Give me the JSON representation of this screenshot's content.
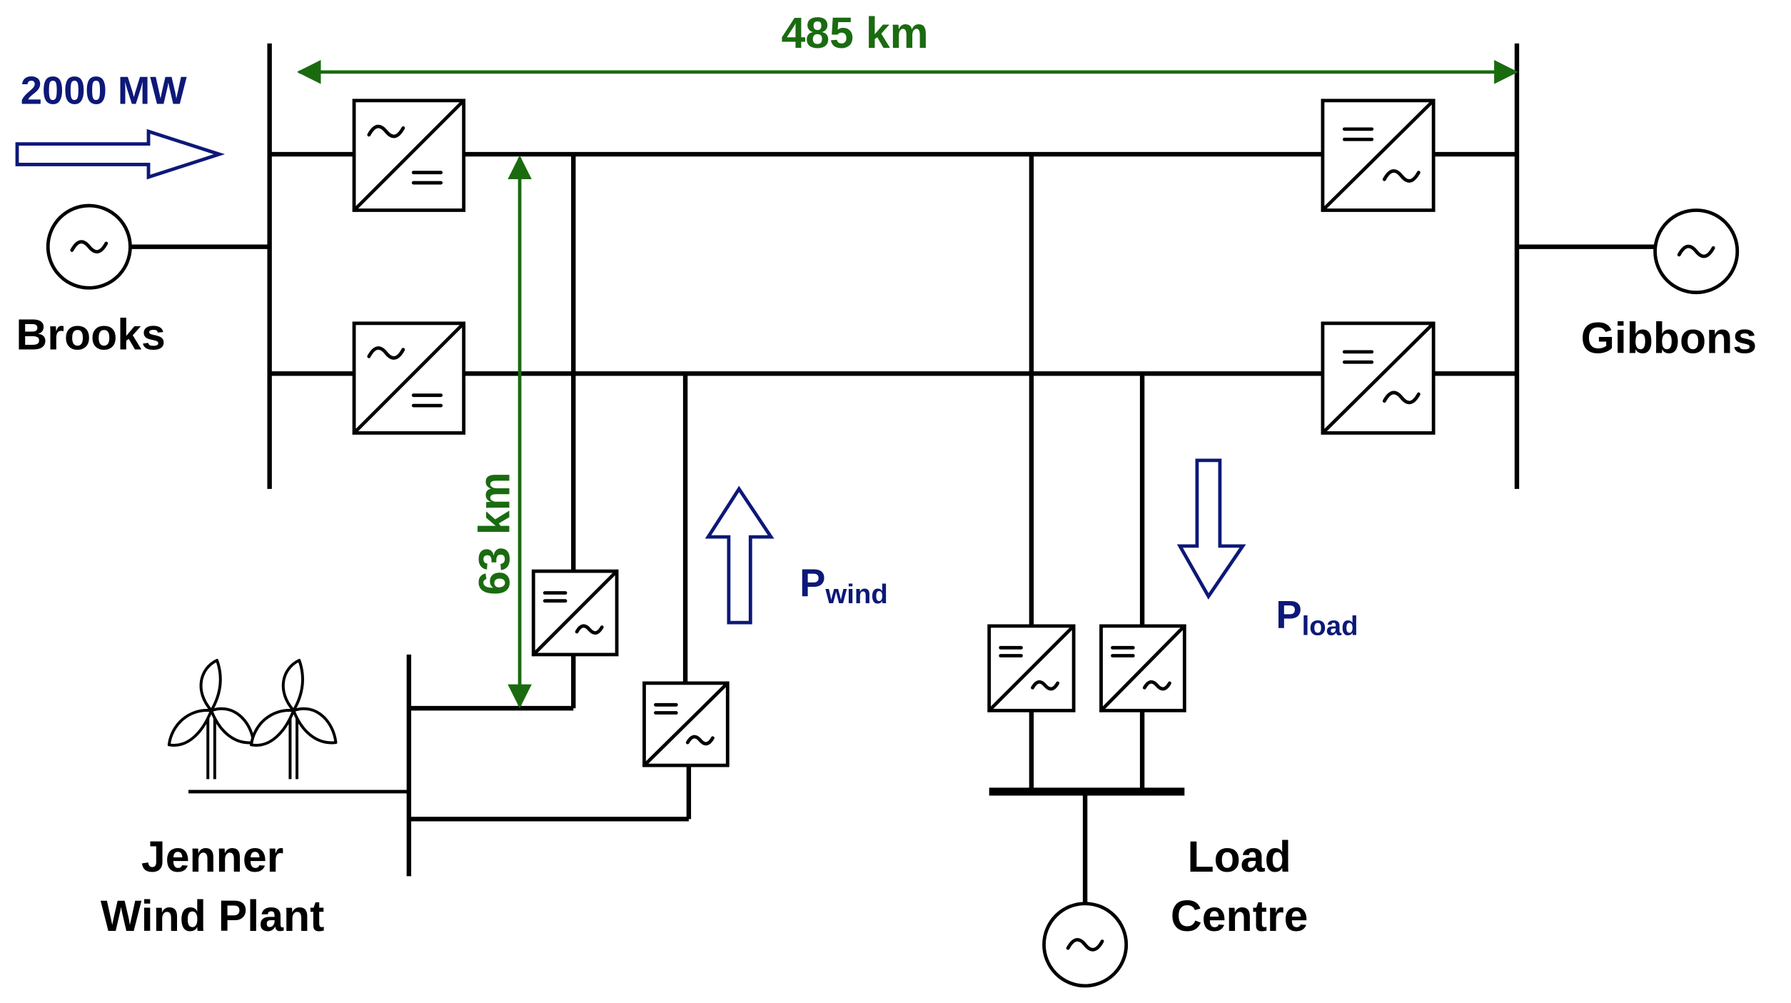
{
  "labels": {
    "power_in": "2000 MW",
    "distance_main": "485 km",
    "distance_tap": "63 km",
    "brooks": "Brooks",
    "gibbons": "Gibbons",
    "jenner_line1": "Jenner",
    "jenner_line2": "Wind Plant",
    "load_line1": "Load",
    "load_line2": "Centre",
    "p_wind_main": "P",
    "p_wind_sub": "wind",
    "p_load_main": "P",
    "p_load_sub": "load"
  },
  "colors": {
    "line": "#000000",
    "dimension": "#1a6b10",
    "flow": "#0d1878"
  }
}
